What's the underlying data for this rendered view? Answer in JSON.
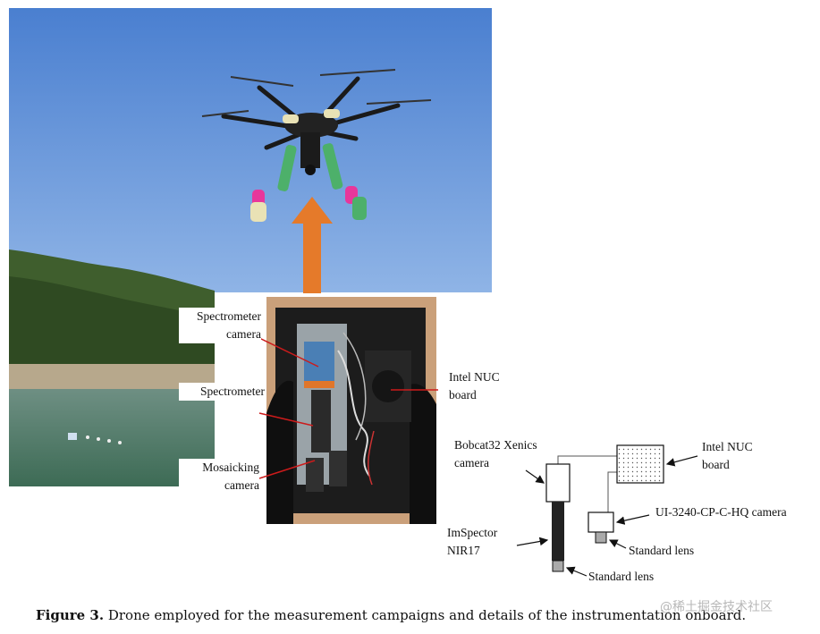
{
  "photo_labels": {
    "spectrometer_camera": [
      "Spectrometer",
      "camera"
    ],
    "spectrometer": "Spectrometer",
    "mosaicking_camera": [
      "Mosaicking",
      "camera"
    ],
    "intel_nuc_board": [
      "Intel NUC",
      "board"
    ]
  },
  "diagram_labels": {
    "bobcat_camera": [
      "Bobcat32 Xenics",
      "camera"
    ],
    "intel_nuc_board": [
      "Intel NUC",
      "board"
    ],
    "ui_camera": "UI-3240-CP-C-HQ camera",
    "standard_lens_1": "Standard lens",
    "imspector": [
      "ImSpector",
      "NIR17"
    ],
    "standard_lens_2": "Standard lens"
  },
  "caption": {
    "prefix": "Figure 3.",
    "text": "Drone employed for the measurement campaigns and details of the instrumentation onboard."
  },
  "watermark": "@稀土掘金技术社区",
  "colors": {
    "sky": "#5d8fd6",
    "arrow": "#e57a2a",
    "annotation_line": "#cc1b1b",
    "water": "#4f7a66",
    "forest": "#3c5a2c"
  }
}
